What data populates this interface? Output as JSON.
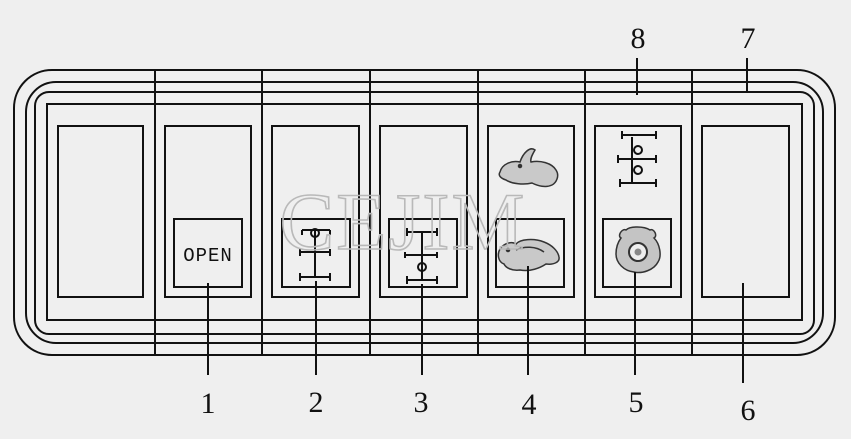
{
  "panel": {
    "open_label": "OPEN",
    "watermark": "CEJIM"
  },
  "callouts": {
    "c1": "1",
    "c2": "2",
    "c3": "3",
    "c4": "4",
    "c5": "5",
    "c6": "6",
    "c7": "7",
    "c8": "8"
  },
  "icons": {
    "switch2": "differential-lock-engage-icon",
    "switch3": "differential-lock-disengage-icon",
    "switch4_top": "rabbit-fast-icon",
    "switch4_bottom": "turtle-slow-icon",
    "switch5_top": "axle-lock-icon",
    "switch5_bottom": "gear-icon"
  }
}
